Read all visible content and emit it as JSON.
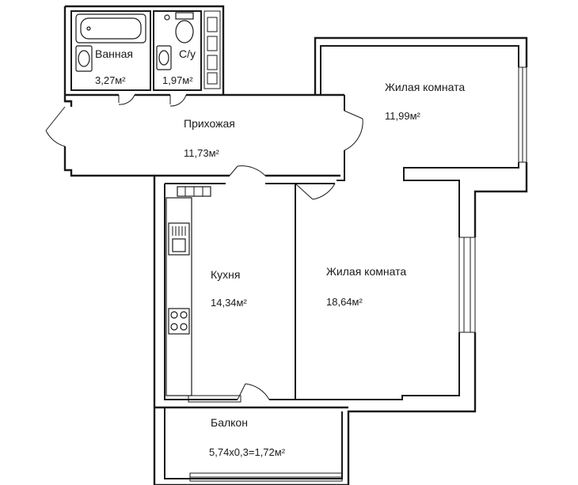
{
  "rooms": {
    "bathroom": {
      "name": "Ванная",
      "area": "3,27м²"
    },
    "toilet": {
      "name": "С/у",
      "area": "1,97м²"
    },
    "hallway": {
      "name": "Прихожая",
      "area": "11,73м²"
    },
    "living_room_1": {
      "name": "Жилая комната",
      "area": "11,99м²"
    },
    "kitchen": {
      "name": "Кухня",
      "area": "14,34м²"
    },
    "living_room_2": {
      "name": "Жилая комната",
      "area": "18,64м²"
    },
    "balcony": {
      "name": "Балкон",
      "area": "5,74х0,3=1,72м²"
    }
  }
}
